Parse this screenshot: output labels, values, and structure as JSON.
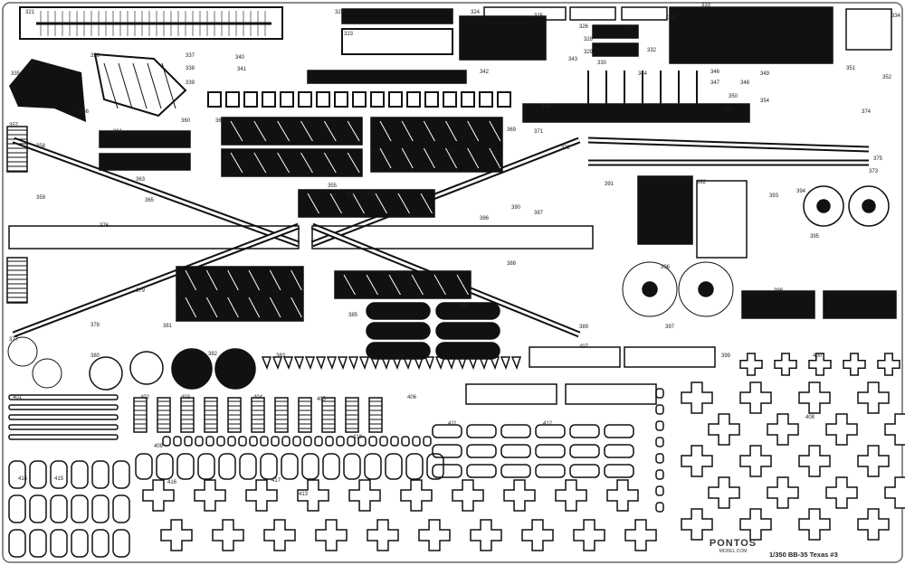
{
  "sheet": {
    "title": "1/350 BB-35 Texas #3",
    "brand_logo": "PONTOS",
    "brand_url": "MODEL.COM",
    "metal_color": "#111111",
    "background_color": "#ffffff"
  },
  "part_numbers": [
    "321",
    "322",
    "323",
    "324",
    "325",
    "326",
    "327",
    "328",
    "329",
    "330",
    "331",
    "332",
    "333",
    "334",
    "335",
    "336",
    "337",
    "338",
    "339",
    "340",
    "341",
    "342",
    "343",
    "344",
    "345",
    "346",
    "347",
    "348",
    "349",
    "350",
    "351",
    "352",
    "353",
    "354",
    "355",
    "356",
    "357",
    "358",
    "359",
    "360",
    "361",
    "362",
    "363",
    "365",
    "367",
    "369",
    "370",
    "371",
    "372",
    "373",
    "374",
    "375",
    "376",
    "377",
    "378",
    "379",
    "380",
    "381",
    "382",
    "383",
    "384",
    "385",
    "386",
    "387",
    "388",
    "389",
    "390",
    "391",
    "392",
    "393",
    "394",
    "395",
    "396",
    "397",
    "398",
    "399",
    "400",
    "401",
    "402",
    "403",
    "404",
    "405",
    "406",
    "407",
    "408",
    "409",
    "410",
    "411",
    "412",
    "413",
    "414",
    "415",
    "416",
    "417"
  ]
}
